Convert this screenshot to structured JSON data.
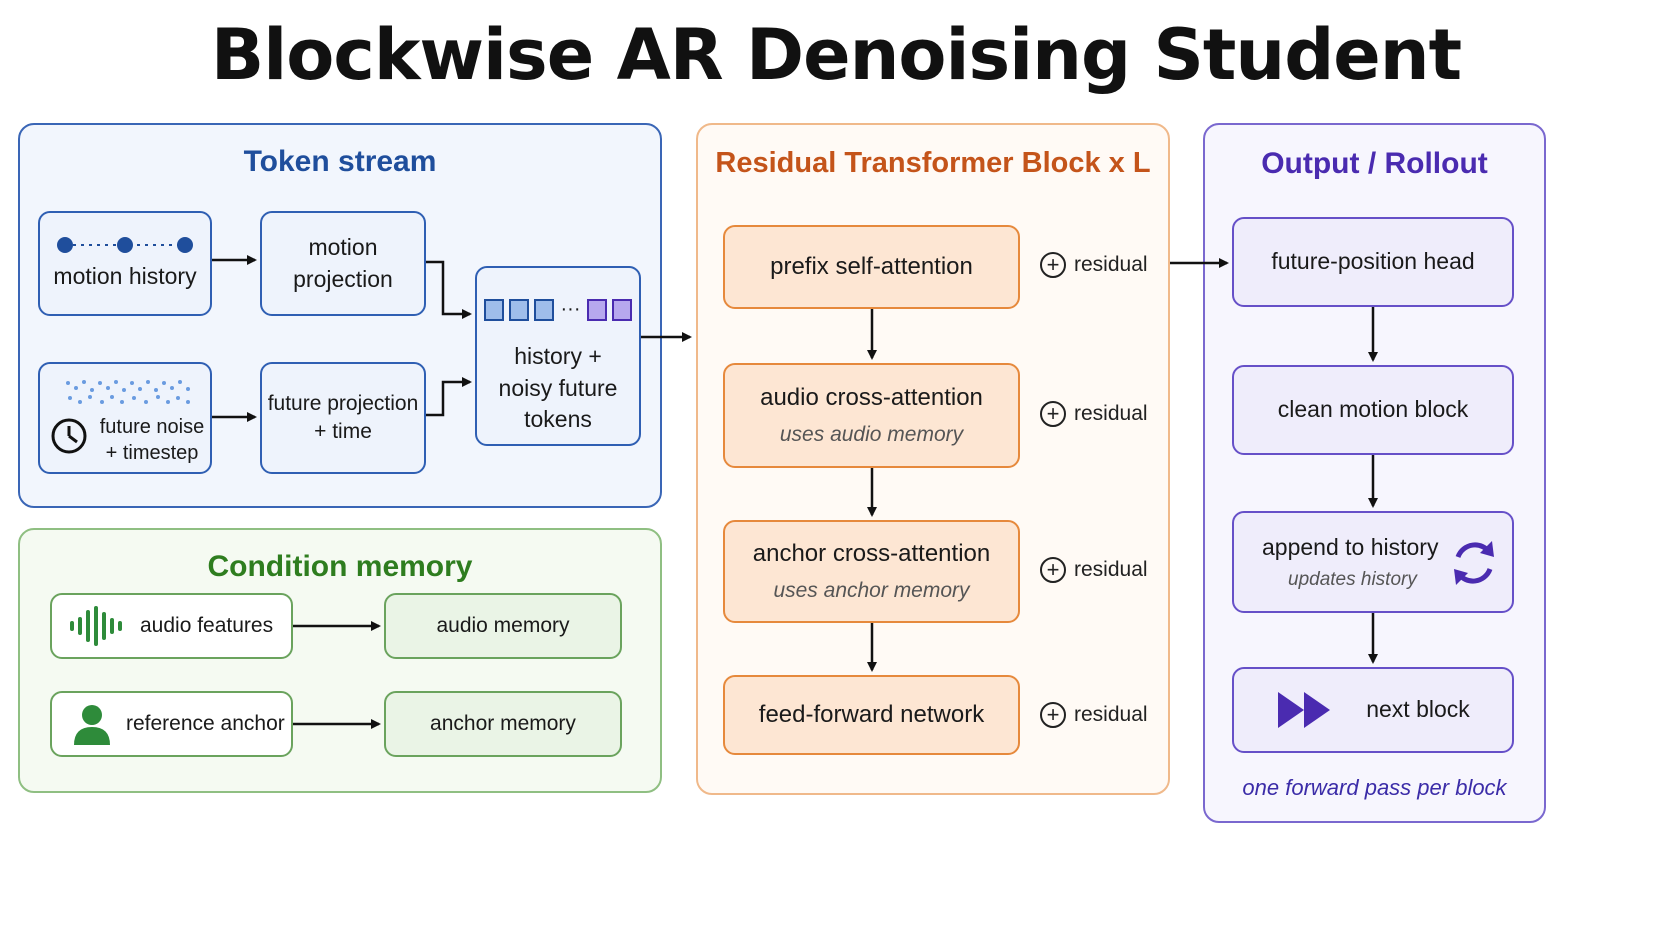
{
  "title": "Blockwise AR Denoising Student",
  "token_stream": {
    "title": "Token stream",
    "motion_history": "motion history",
    "motion_projection": "motion projection",
    "future_noise": "future noise\n+ timestep",
    "future_projection": "future projection\n+ time",
    "tokens": "history +\nnoisy future\ntokens",
    "ellipsis": "···"
  },
  "condition_memory": {
    "title": "Condition memory",
    "audio_features": "audio features",
    "audio_memory": "audio memory",
    "reference_anchor": "reference anchor",
    "anchor_memory": "anchor memory"
  },
  "transformer": {
    "title": "Residual Transformer Block x L",
    "prefix_self_attention": "prefix self-attention",
    "audio_cross_attention": "audio cross-attention",
    "audio_cross_sub": "uses audio memory",
    "anchor_cross_attention": "anchor cross-attention",
    "anchor_cross_sub": "uses anchor memory",
    "feed_forward": "feed-forward network",
    "residual_label": "residual"
  },
  "output": {
    "title": "Output / Rollout",
    "future_position_head": "future-position head",
    "clean_motion_block": "clean motion block",
    "append_to_history": "append to history",
    "append_sub": "updates history",
    "next_block": "next block",
    "footer": "one forward pass per block"
  },
  "colors": {
    "token_stream_accent": "#1f4e9c",
    "condition_accent": "#2e7d1f",
    "transformer_accent": "#c4541a",
    "output_accent": "#4a2bb0"
  },
  "icons": [
    "dots-line-icon",
    "clock-icon",
    "noise-icon",
    "waveform-icon",
    "person-icon",
    "refresh-icon",
    "fast-forward-icon",
    "plus-circle-icon"
  ]
}
